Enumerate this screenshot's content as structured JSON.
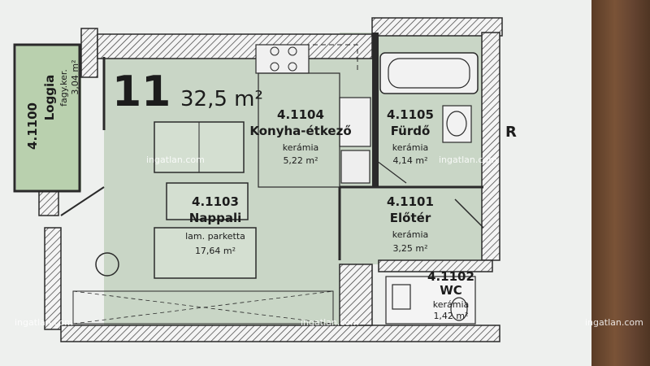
{
  "apartment": {
    "number": "11",
    "area": "32,5 m²"
  },
  "rooms": [
    {
      "id": "loggia",
      "number": "4.1100",
      "name": "Loggia",
      "material": "fagy.ker.",
      "area": "3,04 m²"
    },
    {
      "id": "kitchen",
      "number": "4.1104",
      "name": "Konyha-étkező",
      "material": "kerámia",
      "area": "5,22 m²"
    },
    {
      "id": "bath",
      "number": "4.1105",
      "name": "Fürdő",
      "material": "kerámia",
      "area": "4,14 m²"
    },
    {
      "id": "living",
      "number": "4.1103",
      "name": "Nappali",
      "material": "lam. parketta",
      "area": "17,64 m²"
    },
    {
      "id": "hall",
      "number": "4.1101",
      "name": "Előtér",
      "material": "kerámia",
      "area": "3,25 m²"
    },
    {
      "id": "wc",
      "number": "4.1102",
      "name": "WC",
      "material": "kerámia",
      "area": "1,42 m²"
    }
  ],
  "watermark": "ingatlan.com",
  "side_letter": "R",
  "colors": {
    "wall": "#2a2a2a",
    "floor": "#c9d6c6",
    "paper": "#eef0ee",
    "hatch": "#3a3a3a"
  }
}
